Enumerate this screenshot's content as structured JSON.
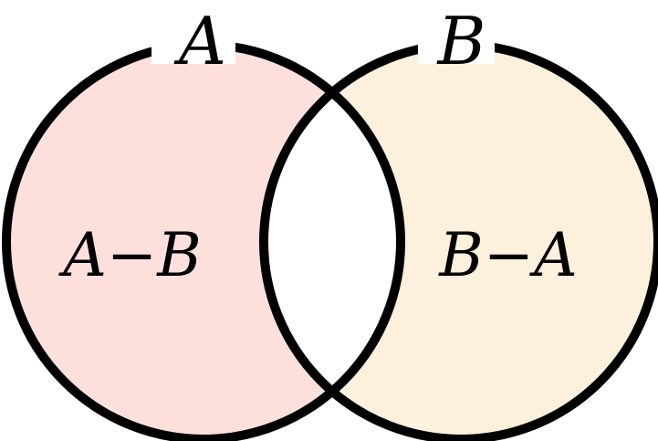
{
  "sets": {
    "a": {
      "label": "A",
      "fill": "#fde0dc"
    },
    "b": {
      "label": "B",
      "fill": "#fdf0dc"
    }
  },
  "regions": {
    "a_minus_b": "A−B",
    "b_minus_a": "B−A",
    "intersection_fill": "#ffffff"
  },
  "outline_color": "#000000"
}
